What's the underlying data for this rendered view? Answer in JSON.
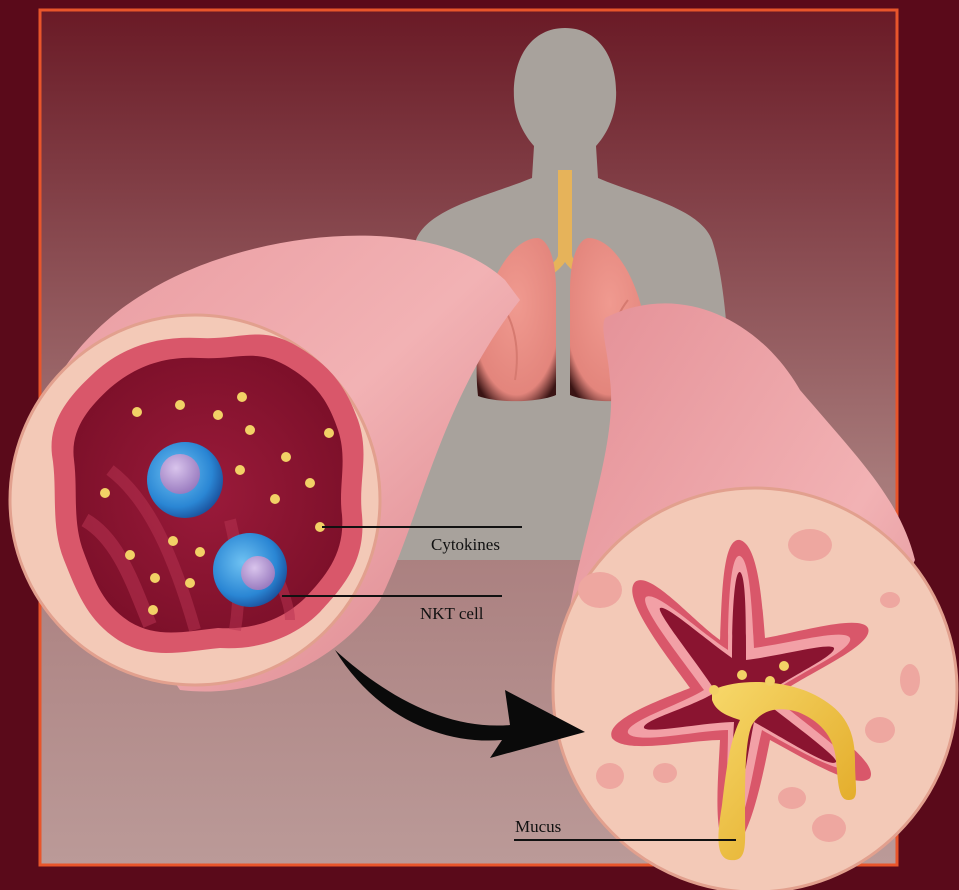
{
  "colors": {
    "outer_bg": "#5a0a1a",
    "frame_border": "#e8552b",
    "panel_top": "#6a1a26",
    "panel_bottom": "#bb9a98",
    "silhouette": "#a8a29c",
    "trachea": "#e6b35a",
    "lung": "#e98a80",
    "lung_dark": "#2a1212",
    "airway_tissue": "#f3c9b7",
    "airway_wall": "#d9576a",
    "lumen": "#8a1430",
    "nkt_outer": "#2a7fd0",
    "nkt_nucleus": "#a98ac9",
    "cytokine": "#f2d166",
    "mucus": "#f0c23c",
    "arrow": "#0a0a0a"
  },
  "labels": {
    "cytokines": "Cytokines",
    "nkt_cell": "NKT cell",
    "mucus": "Mucus"
  }
}
